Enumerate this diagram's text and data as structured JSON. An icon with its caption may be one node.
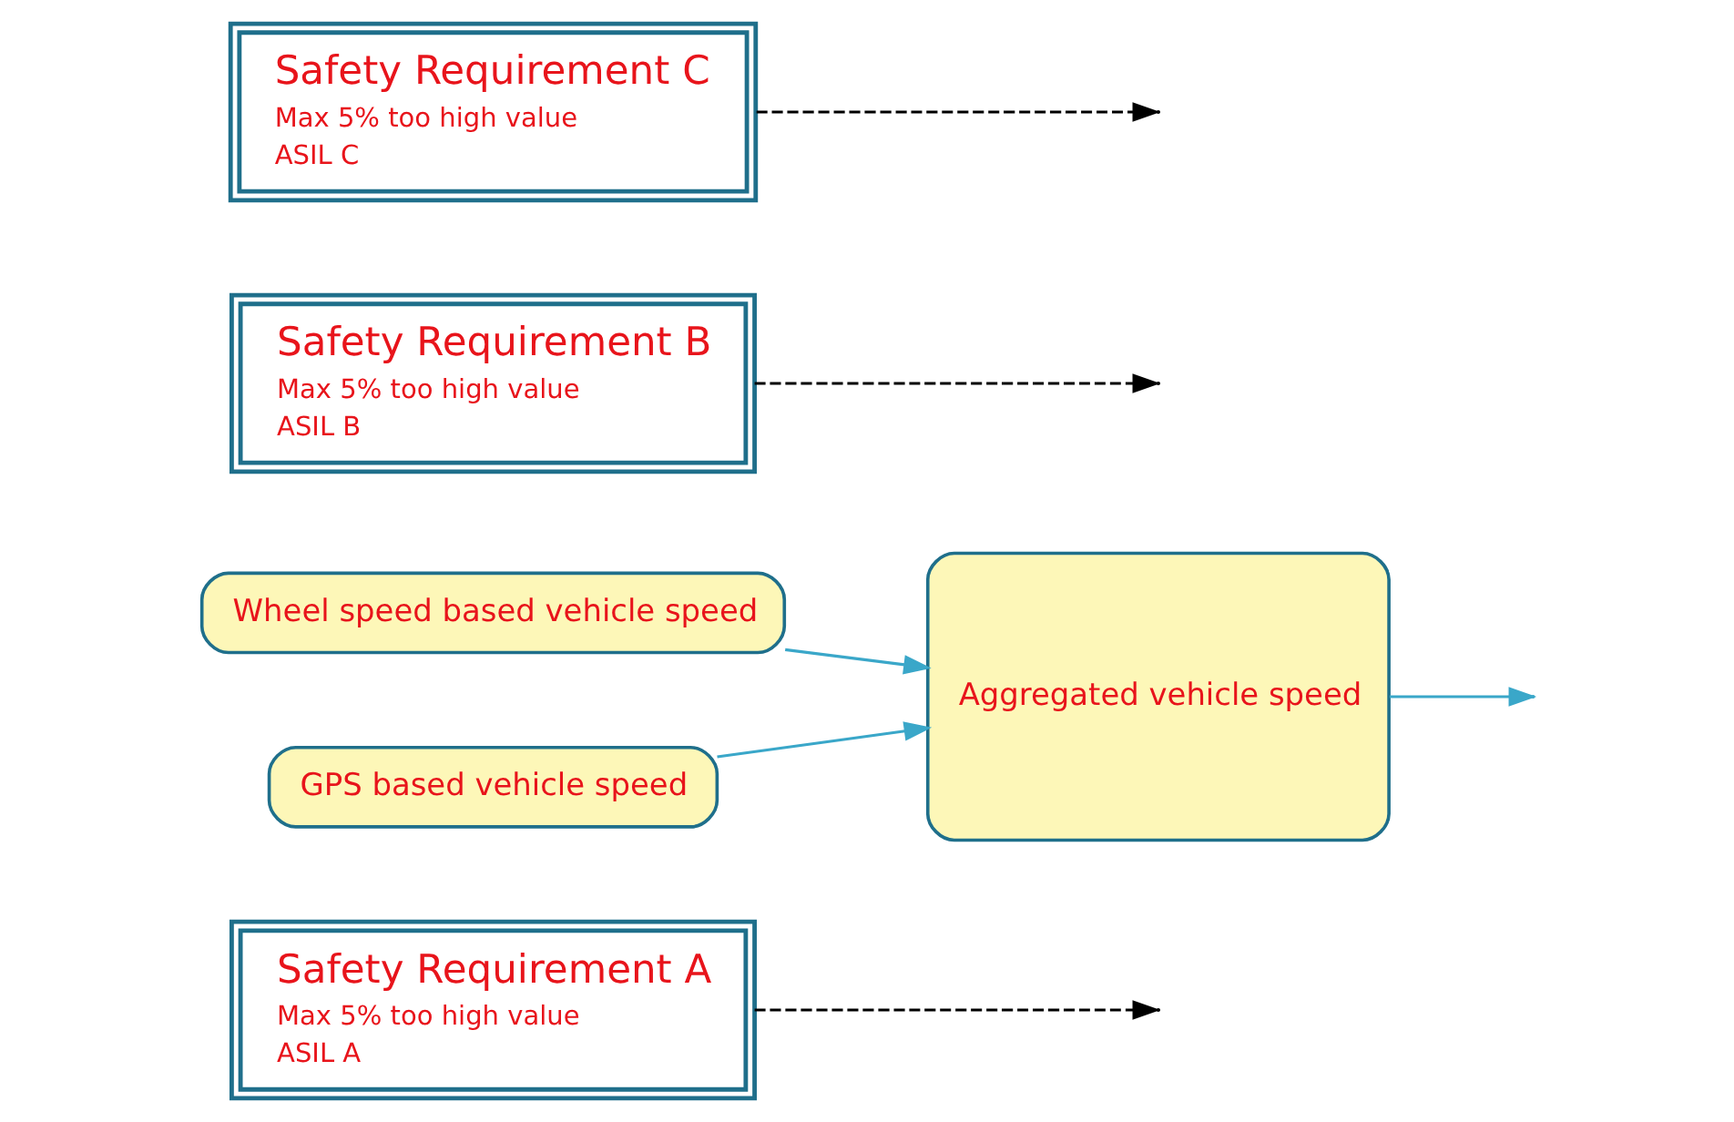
{
  "diagram": {
    "nodes": [
      {
        "text": [
          "Safety Requirement A",
          "Max 5% too high value",
          "ASIL A"
        ]
      },
      {
        "text": [
          "Wheel speed based vehicle speed"
        ]
      },
      {
        "text": [
          "GPS based vehicle speed"
        ]
      },
      {
        "text": [
          "Aggregated vehicle speed"
        ]
      },
      {
        "text": [
          "Safety Requirement B",
          "Max 5% too high value",
          "ASIL B"
        ]
      },
      {
        "text": [
          "Safety Requirement C",
          "Max 5% too high value",
          "ASIL C"
        ]
      }
    ],
    "edges": [
      {
        "from": 1,
        "to": 3,
        "arrow": "to"
      },
      {
        "from": 2,
        "to": 3,
        "arrow": "to"
      },
      {
        "from": 3,
        "to": null,
        "arrow": "to"
      },
      {
        "from": 0,
        "to": null,
        "arrow": "to",
        "style": "dashed",
        "color": "#000000"
      },
      {
        "from": 4,
        "to": null,
        "arrow": "to",
        "style": "dashed",
        "color": "#000000"
      },
      {
        "from": 5,
        "to": null,
        "arrow": "to",
        "style": "dashed",
        "color": "#000000"
      }
    ]
  }
}
